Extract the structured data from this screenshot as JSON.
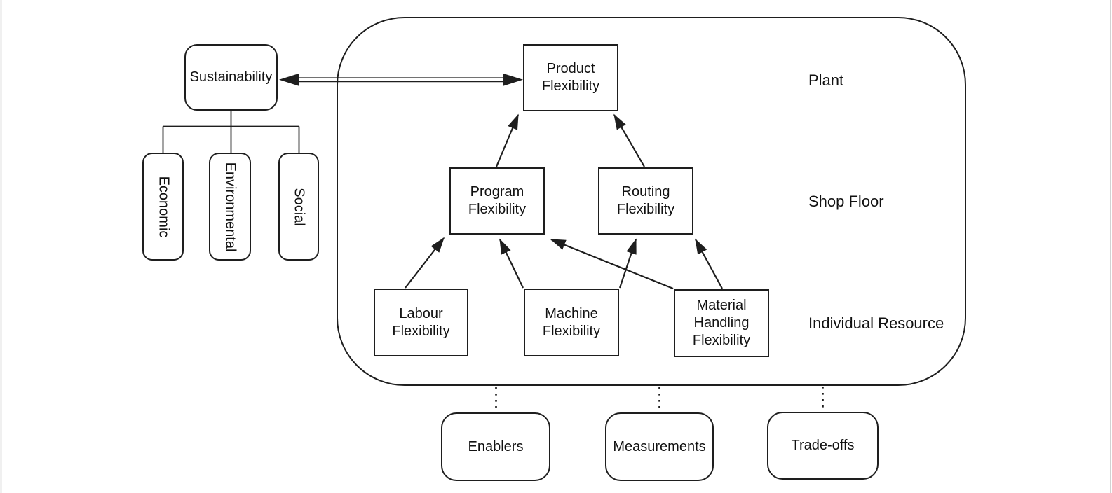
{
  "nodes": {
    "sustainability": {
      "label": "Sustainability"
    },
    "economic": {
      "label": "Economic"
    },
    "environmental": {
      "label": "Environmental"
    },
    "social": {
      "label": "Social"
    },
    "product": {
      "label": "Product\nFlexibility"
    },
    "program": {
      "label": "Program\nFlexibility"
    },
    "routing": {
      "label": "Routing\nFlexibility"
    },
    "labour": {
      "label": "Labour\nFlexibility"
    },
    "machine": {
      "label": "Machine\nFlexibility"
    },
    "material_handling": {
      "label": "Material\nHandling\nFlexibility"
    },
    "enablers": {
      "label": "Enablers"
    },
    "measurements": {
      "label": "Measurements"
    },
    "trade_offs": {
      "label": "Trade-offs"
    }
  },
  "zone_labels": {
    "plant": "Plant",
    "shop_floor": "Shop Floor",
    "individual_resource": "Individual Resource"
  },
  "colors": {
    "line": "#1e1e1e",
    "text": "#111111",
    "page_edge": "#c4c4c4",
    "background": "#ffffff"
  }
}
